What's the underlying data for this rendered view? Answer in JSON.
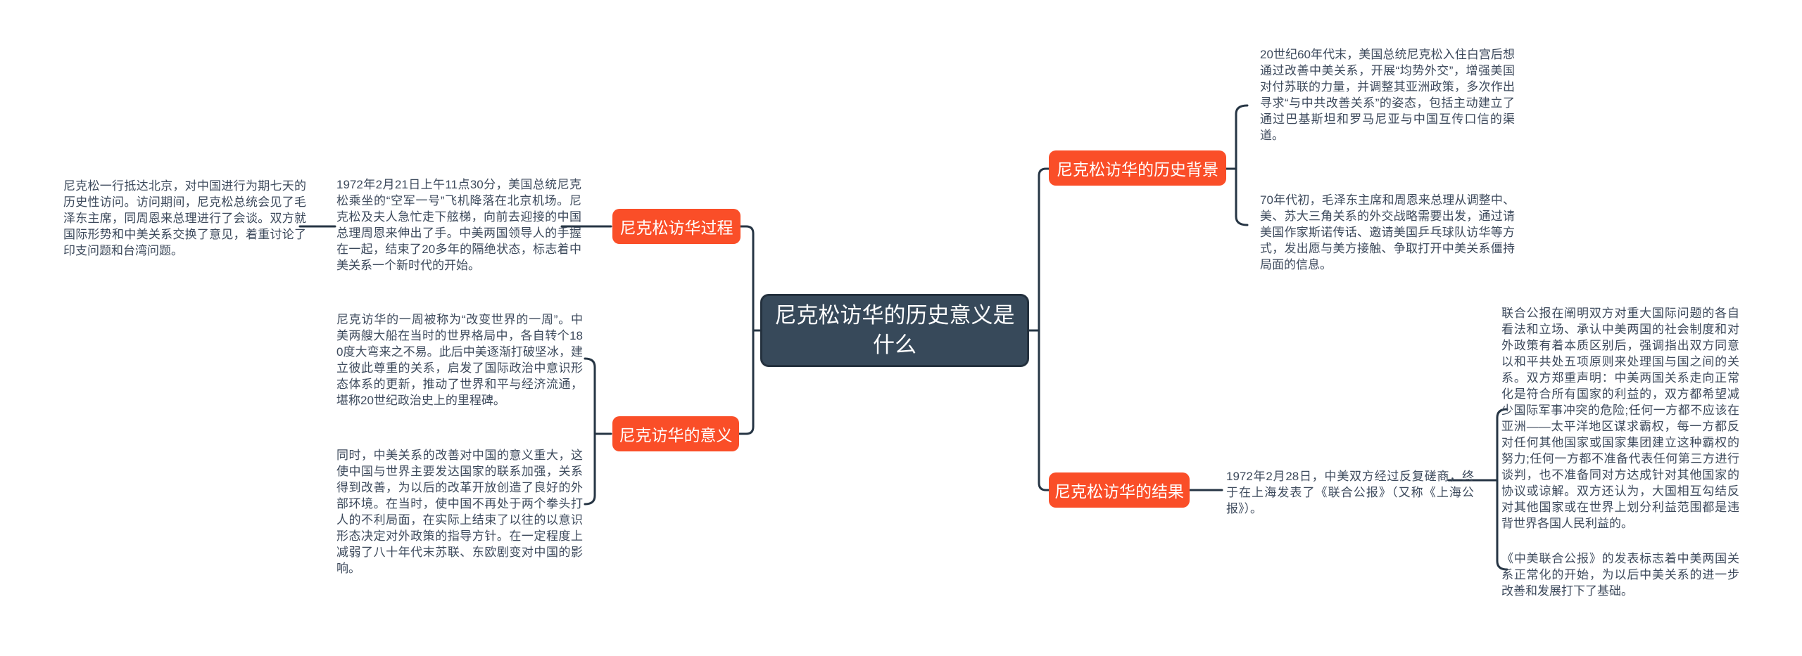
{
  "title": "尼克松访华的历史意义是什么",
  "colors": {
    "branch_node": "#fa4e28",
    "center_node_bg": "#37495a",
    "connector_line": "#263544",
    "note_text": "#3d4a5c",
    "background": "#ffffff"
  },
  "nodes": {
    "process": "尼克松访华过程",
    "significance": "尼克访华的意义",
    "background": "尼克松访华的历史背景",
    "result": "尼克松访华的结果"
  },
  "notes": {
    "arrival": "尼克松一行抵达北京，对中国进行为期七天的历史性访问。访问期间，尼克松总统会见了毛泽东主席，同周恩来总理进行了会谈。双方就国际形势和中美关系交换了意见，着重讨论了印支问题和台湾问题。",
    "landing": "1972年2月21日上午11点30分，美国总统尼克松乘坐的“空军一号”飞机降落在北京机场。尼克松及夫人急忙走下舷梯，向前去迎接的中国总理周恩来伸出了手。中美两国领导人的手握在一起，结束了20多年的隔绝状态，标志着中美关系一个新时代的开始。",
    "week": "尼克访华的一周被称为“改变世界的一周”。中美两艘大船在当时的世界格局中，各自转个180度大弯来之不易。此后中美逐渐打破坚冰，建立彼此尊重的关系，启发了国际政治中意识形态体系的更新，推动了世界和平与经济流通，堪称20世纪政治史上的里程碑。",
    "meanwhile": "同时，中美关系的改善对中国的意义重大，这使中国与世界主要发达国家的联系加强，关系得到改善，为以后的改革开放创造了良好的外部环境。在当时，使中国不再处于两个拳头打人的不利局面，在实际上结束了以往的以意识形态决定对外政策的指导方针。在一定程度上减弱了八十年代末苏联、东欧剧变对中国的影响。",
    "background1": "20世纪60年代末，美国总统尼克松入住白宫后想通过改善中美关系，开展“均势外交”，增强美国对付苏联的力量，并调整其亚洲政策，多次作出寻求“与中共改善关系”的姿态，包括主动建立了通过巴基斯坦和罗马尼亚与中国互传口信的渠道。",
    "background2": "70年代初，毛泽东主席和周恩来总理从调整中、美、苏大三角关系的外交战略需要出发，通过请美国作家斯诺传话、邀请美国乒乓球队访华等方式，发出愿与美方接触、争取打开中美关系僵持局面的信息。",
    "communique_date": "1972年2月28日，中美双方经过反复磋商，终于在上海发表了《联合公报》（又称《上海公报》）。",
    "communique_content": "联合公报在阐明双方对重大国际问题的各自看法和立场、承认中美两国的社会制度和对外政策有着本质区别后，强调指出双方同意以和平共处五项原则来处理国与国之间的关系。双方郑重声明：中美两国关系走向正常化是符合所有国家的利益的，双方都希望减少国际军事冲突的危险;任何一方都不应该在亚洲——太平洋地区谋求霸权，每一方都反对任何其他国家或国家集团建立这种霸权的努力;任何一方都不准备代表任何第三方进行谈判，也不准备同对方达成针对其他国家的协议或谅解。双方还认为，大国相互勾结反对其他国家或在世界上划分利益范围都是违背世界各国人民利益的。",
    "communique_significance": "《中美联合公报》的发表标志着中美两国关系正常化的开始，为以后中美关系的进一步改善和发展打下了基础。"
  }
}
